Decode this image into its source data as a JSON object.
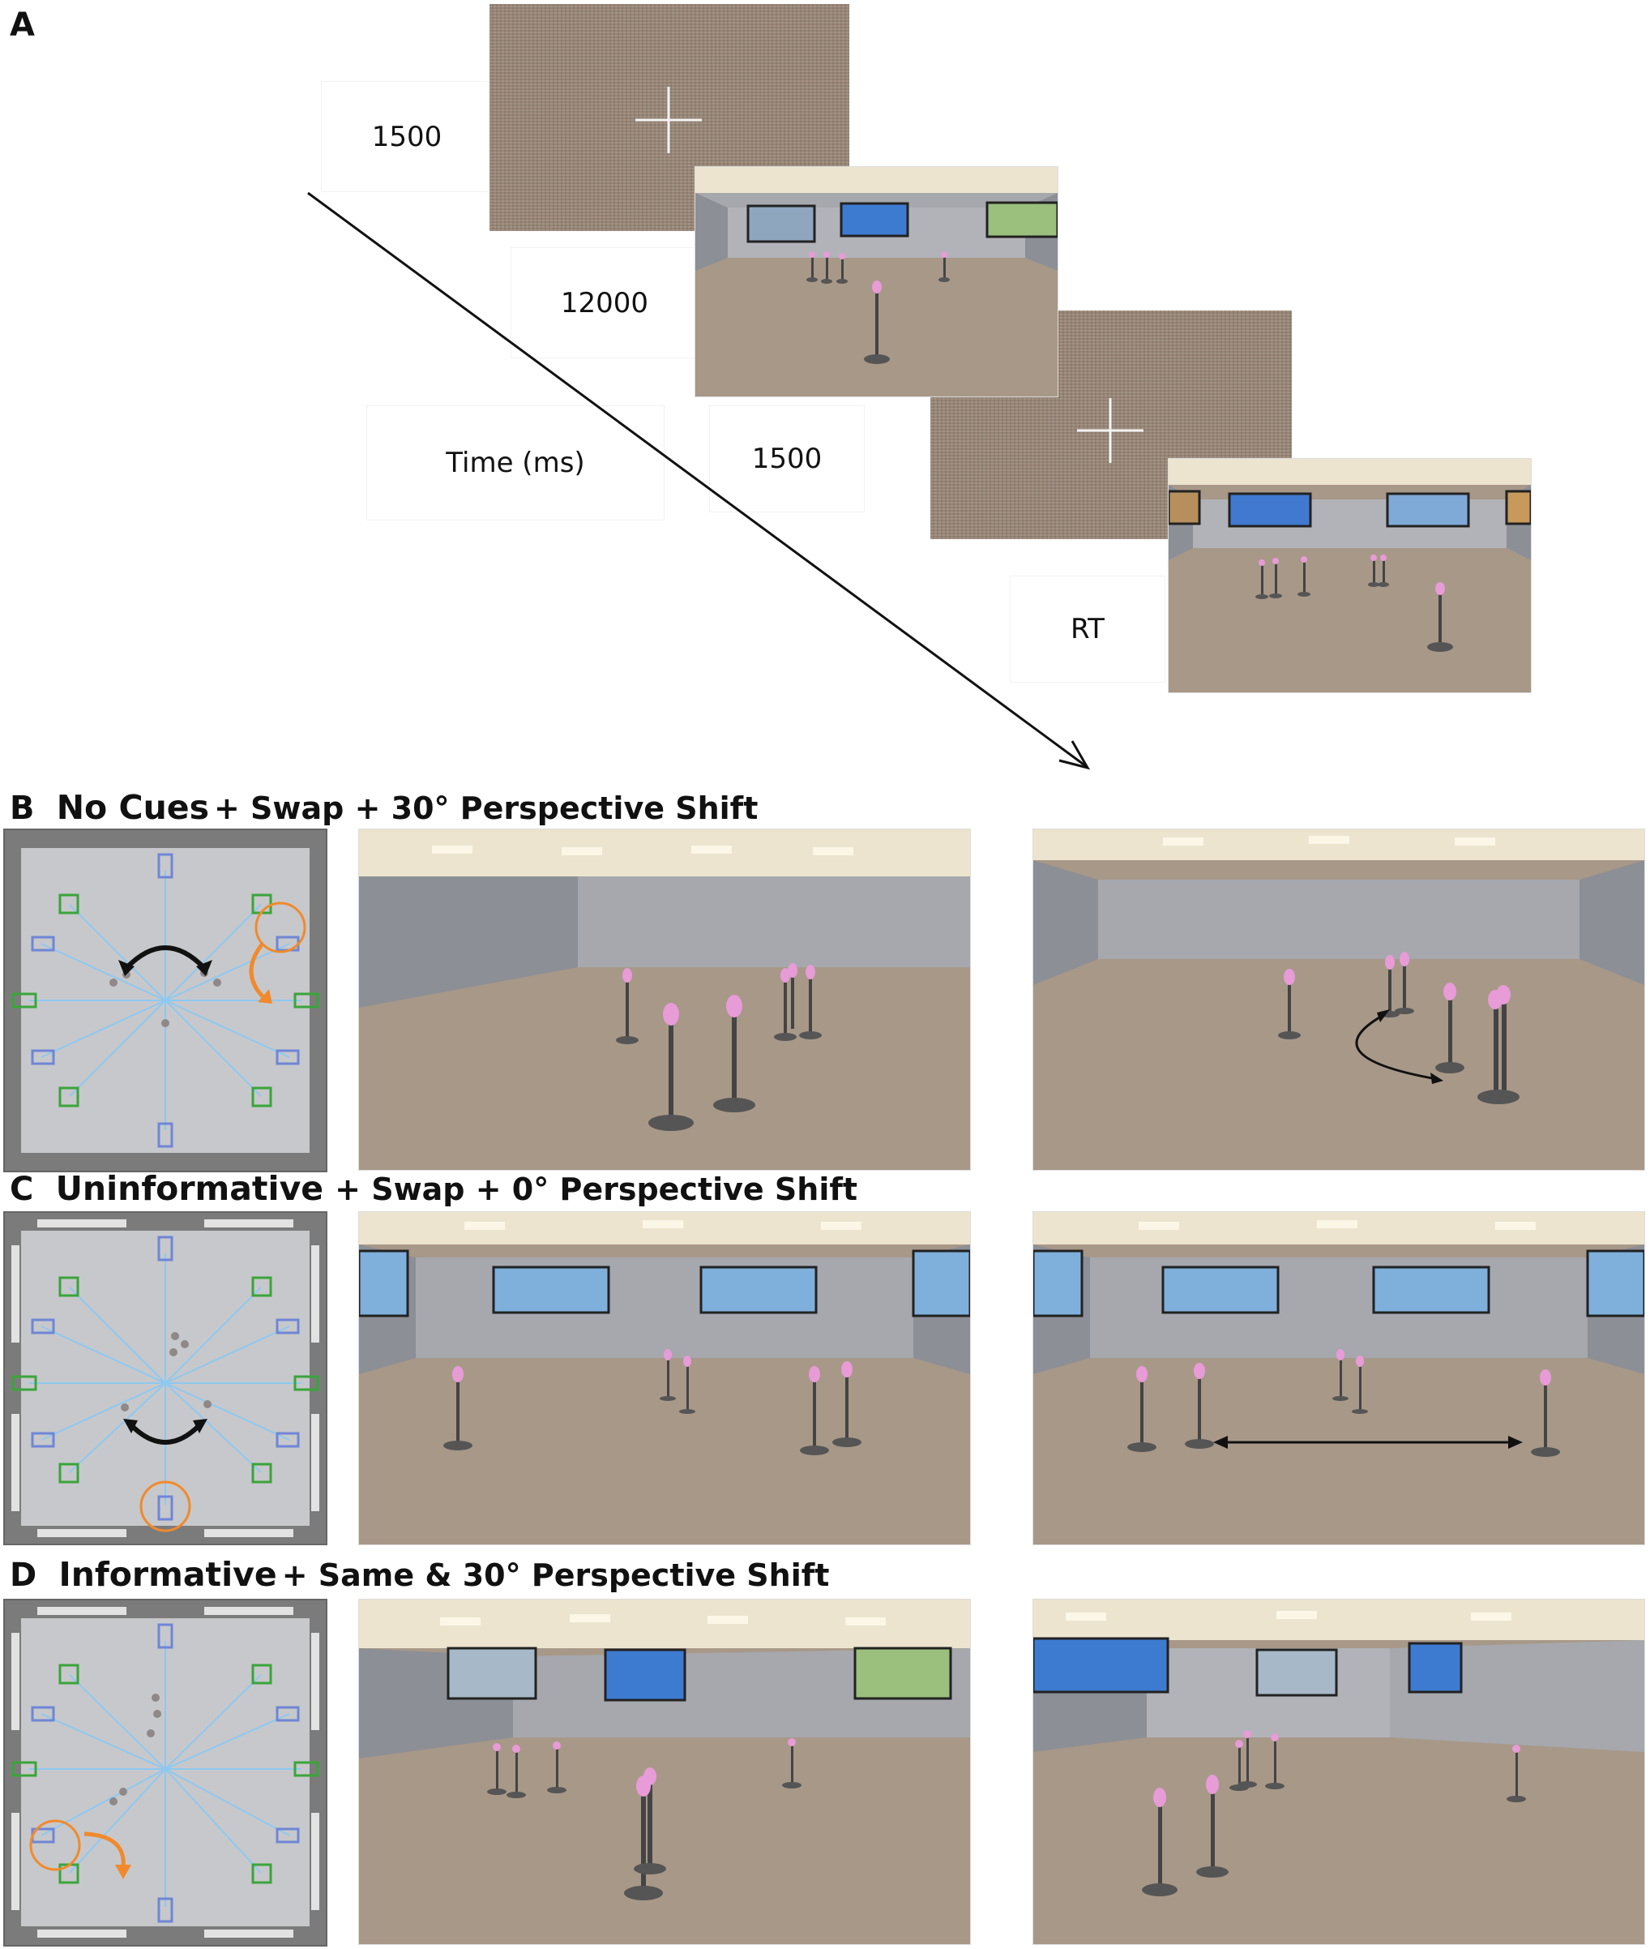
{
  "panel_a": {
    "letter": "A",
    "labels": {
      "fixation1": "1500",
      "encoding": "12000",
      "time_axis": "Time (ms)",
      "fixation2": "1500",
      "response": "RT"
    }
  },
  "panel_b": {
    "letter": "B",
    "cue": "No Cues",
    "rest": "+ Swap + 30° Perspective Shift"
  },
  "panel_c": {
    "letter": "C",
    "cue": "Uninformative",
    "rest": "+ Swap + 0° Perspective Shift"
  },
  "panel_d": {
    "letter": "D",
    "cue": "Informative",
    "rest": "+ Same & 30° Perspective Shift"
  },
  "colors": {
    "camera_green": "#3aa53a",
    "camera_blue": "#6f86d6",
    "ray": "#8ec8f0",
    "highlight_orange": "#f08a2c",
    "floor": "#a89888",
    "wall": "#a2a5aa",
    "ceiling": "#ece4cf",
    "stimulus_pink": "#e79bd7"
  }
}
